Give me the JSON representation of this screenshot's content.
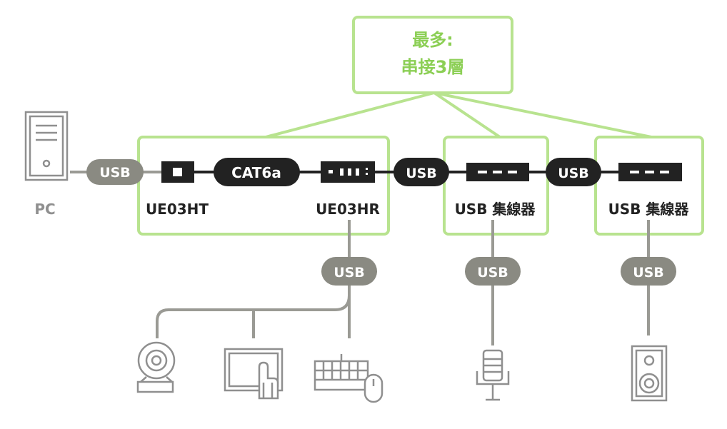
{
  "callout": {
    "line1": "最多:",
    "line2": "串接3層"
  },
  "pc": {
    "label": "PC"
  },
  "cables": {
    "pc_usb": "USB",
    "cat6a": "CAT6a",
    "hr_hub_usb": "USB",
    "hub_hub_usb": "USB",
    "down_usb_hr": "USB",
    "down_usb_hub1": "USB",
    "down_usb_hub2": "USB"
  },
  "devices": {
    "ue03ht": "UE03HT",
    "ue03hr": "UE03HR",
    "hub1": "USB 集線器",
    "hub2": "USB 集線器"
  },
  "peripherals": [
    "webcam-icon",
    "touchscreen-icon",
    "keyboard-mouse-icon",
    "microphone-icon",
    "speaker-icon"
  ],
  "colors": {
    "green": "#a6db7a",
    "green_text": "#8ccf55",
    "dark": "#222222",
    "grey_pill": "#8a8a82",
    "grey_line": "#9a9a94",
    "icon_grey": "#8f8f8f"
  }
}
